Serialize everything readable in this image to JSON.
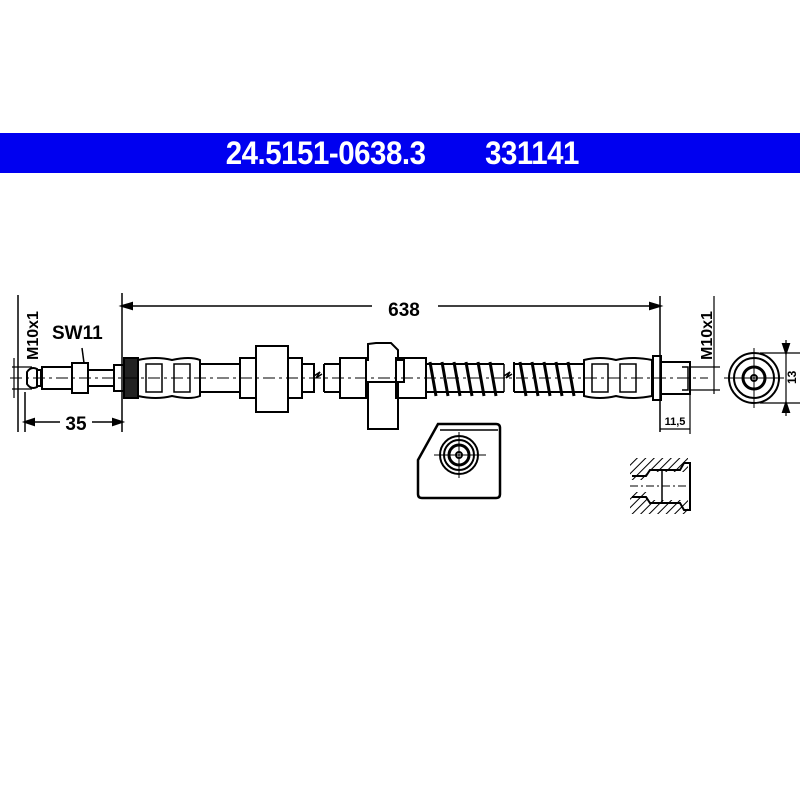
{
  "header": {
    "part_number": "24.5151-0638.3",
    "ref_number": "331141",
    "background_color": "#0000f0",
    "text_color": "#ffffff"
  },
  "drawing": {
    "overall_length": "638",
    "left_fitting_length": "35",
    "left_wrench_size": "SW11",
    "left_thread": "M10x1",
    "right_thread": "M10x1",
    "right_fitting_length": "11,5",
    "right_outer_diameter": "13"
  }
}
